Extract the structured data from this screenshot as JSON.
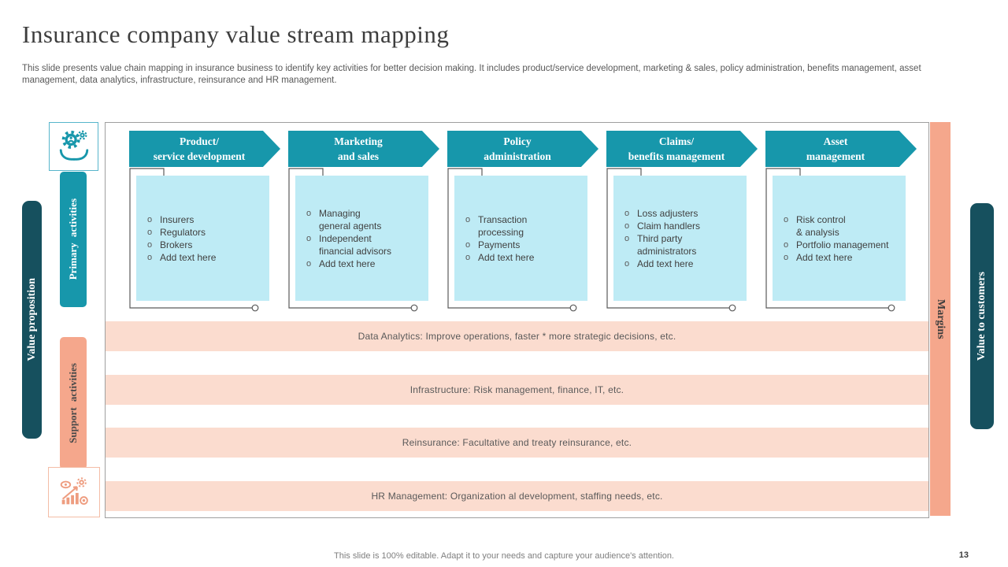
{
  "slide": {
    "title": "Insurance company value stream mapping",
    "subtitle": "This slide presents value chain mapping in insurance business to identify key activities for better decision making. It includes product/service development, marketing & sales, policy administration, benefits management, asset management, data analytics, infrastructure, reinsurance and HR management.",
    "footer": "This slide is 100% editable.  Adapt it to your needs and capture your audience's attention.",
    "page_number": "13"
  },
  "ui": {
    "bullet_char": "o"
  },
  "left_rail": {
    "value_proposition": "Value proposition",
    "primary_activities": "Primary  activities",
    "support_activities": "Support  activities",
    "top_icon": "gears-in-hands-icon",
    "bottom_icon": "growth-analytics-icon"
  },
  "right_rail": {
    "margins": "Margins",
    "value_to_customers": "Value to customers"
  },
  "primary_columns": [
    {
      "line1": "Product/",
      "line2": "service development",
      "items": [
        "Insurers",
        "Regulators",
        "Brokers",
        "Add text here"
      ]
    },
    {
      "line1": "Marketing",
      "line2": "and sales",
      "items": [
        "Managing\ngeneral agents",
        "Independent\nfinancial advisors",
        "Add text here"
      ]
    },
    {
      "line1": "Policy",
      "line2": "administration",
      "items": [
        "Transaction\nprocessing",
        "Payments",
        "Add text here"
      ]
    },
    {
      "line1": "Claims/",
      "line2": "benefits management",
      "items": [
        "Loss adjusters",
        "Claim handlers",
        "Third party\nadministrators",
        "Add text here"
      ]
    },
    {
      "line1": "Asset",
      "line2": "management",
      "items": [
        "Risk control\n& analysis",
        "Portfolio management",
        "Add text here"
      ]
    }
  ],
  "support_rows": [
    "Data Analytics: Improve  operations, faster * more strategic decisions, etc.",
    "Infrastructure:  Risk management,  finance,  IT,  etc.",
    "Reinsurance:  Facultative and treaty reinsurance,  etc.",
    "HR Management:  Organization al development,   staffing needs, etc."
  ],
  "colors": {
    "teal": "#1797ab",
    "dark_teal": "#16505e",
    "cyan_box": "#beebf5",
    "salmon": "#f5a78c",
    "row_bg": "#fbdccf",
    "text_dark": "#404040",
    "text_gray": "#595959",
    "footer_gray": "#7f7f7f"
  }
}
